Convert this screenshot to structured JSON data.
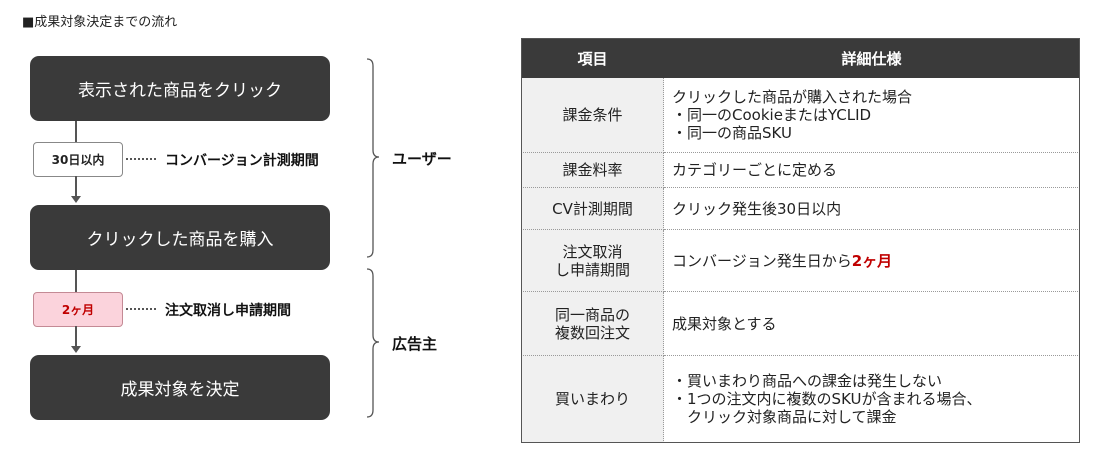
{
  "heading": "■成果対象決定までの流れ",
  "flow": {
    "steps": [
      "表示された商品をクリック",
      "クリックした商品を購入",
      "成果対象を決定"
    ],
    "tags": [
      {
        "label": "30日以内",
        "description": "コンバージョン計測期間"
      },
      {
        "label": "2ヶ月",
        "description": "注文取消し申請期間"
      }
    ],
    "groups": [
      "ユーザー",
      "広告主"
    ],
    "colors": {
      "box": "#3a3a3a",
      "pink_tag": "#fbd3dc",
      "accent_red": "#c00000"
    }
  },
  "table": {
    "headers": [
      "項目",
      "詳細仕様"
    ],
    "rows": [
      {
        "item": "課金条件",
        "detail": "クリックした商品が購入された場合",
        "bullets": [
          "同一のCookieまたはYCLID",
          "同一の商品SKU"
        ]
      },
      {
        "item": "課金料率",
        "detail": "カテゴリーごとに定める",
        "bullets": []
      },
      {
        "item": "CV計測期間",
        "detail": "クリック発生後30日以内",
        "bullets": []
      },
      {
        "item": "注文取消し申請期間",
        "detail": "コンバージョン発生日から",
        "detail_highlight": "2ヶ月",
        "bullets": []
      },
      {
        "item": "同一商品の複数回注文",
        "detail": "成果対象とする",
        "bullets": []
      },
      {
        "item": "買いまわり",
        "detail": "",
        "bullets": [
          "買いまわり商品への課金は発生しない",
          "1つの注文内に複数のSKUが含まれる場合、クリック対象商品に対して課金"
        ]
      }
    ]
  }
}
